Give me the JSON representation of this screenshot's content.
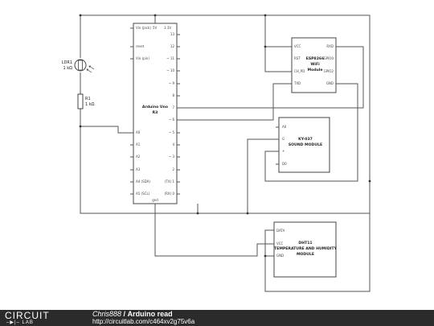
{
  "arduino": {
    "title_line1": "Arduino Uno",
    "title_line2": "R3",
    "left_pins": [
      "Vin (jack)",
      "reset",
      "Vin (pin)",
      "A0",
      "A1",
      "A2",
      "A3",
      "A4 (SDA)",
      "A5 (SCL)"
    ],
    "top_pins": [
      "5V",
      "3.3V"
    ],
    "right_pins": [
      "13",
      "12",
      "~ 11",
      "~ 10",
      "~ 9",
      "8",
      "7",
      "~ 6",
      "~ 5",
      "4",
      "~ 3",
      "2",
      "(TX) 1",
      "(RX) 0"
    ],
    "bottom_pin": "gnd"
  },
  "ldr": {
    "name": "LDR1",
    "value": "1 kΩ"
  },
  "resistor": {
    "name": "R1",
    "value": "1 kΩ"
  },
  "esp": {
    "title_line1": "ESP8266",
    "title_line2": "WiFi",
    "title_line3": "Module",
    "left_pins": [
      "VCC",
      "RST",
      "CH_PD",
      "TXD"
    ],
    "right_pins": [
      "RXD",
      "GPIO0",
      "GPIO2",
      "GND"
    ]
  },
  "ky": {
    "title_line1": "KY-037",
    "title_line2": "SOUND MODULE",
    "left_pins": [
      "A0",
      "G",
      "+",
      "D0"
    ]
  },
  "dht": {
    "title_line1": "DHT11",
    "title_line2": "TEMPERATURE AND HUMIDITY",
    "title_line3": "MODULE",
    "left_pins": [
      "DATA",
      "VCC",
      "GND"
    ]
  },
  "footer": {
    "logo_top": "CIRCUIT",
    "logo_bottom": "LAB",
    "author": "Chris888",
    "separator": "/",
    "title": "Arduino read",
    "url": "http://circuitlab.com/c464xv2g75v6a"
  }
}
